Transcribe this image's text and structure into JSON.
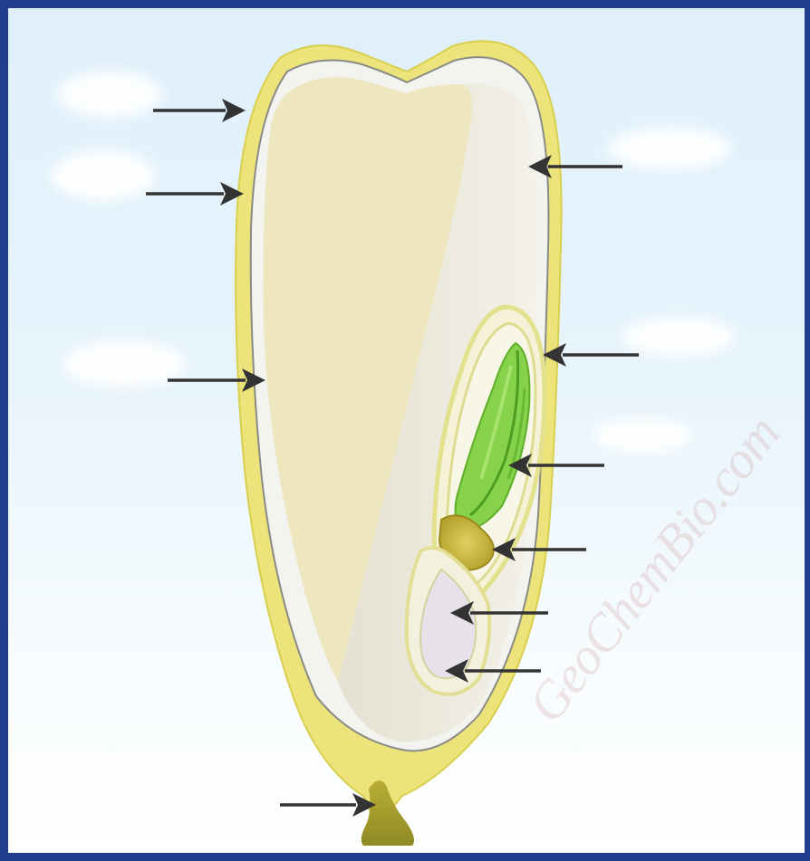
{
  "diagram": {
    "watermark_text": "GeoChemBio.com",
    "colors": {
      "frame": "#203c8a",
      "sky": "#e3f2fb",
      "husk": "#ece47a",
      "endosperm": "#efe7bf",
      "scutellum": "#ebe7da",
      "plumule": "#7fcf3f",
      "node": "#cbb63a",
      "pedicel": "#a39c2a",
      "arrow": "#333333",
      "label_blank": "#ffffff"
    },
    "label_slots": [
      {
        "id": "pericarp",
        "text": ""
      },
      {
        "id": "aleurone",
        "text": ""
      },
      {
        "id": "endosperm",
        "text": ""
      },
      {
        "id": "scutellum",
        "text": ""
      },
      {
        "id": "coleoptile",
        "text": ""
      },
      {
        "id": "plumule",
        "text": ""
      },
      {
        "id": "shoot-node",
        "text": ""
      },
      {
        "id": "radicle",
        "text": ""
      },
      {
        "id": "coleorhiza",
        "text": ""
      },
      {
        "id": "tip-cap",
        "text": ""
      }
    ]
  }
}
